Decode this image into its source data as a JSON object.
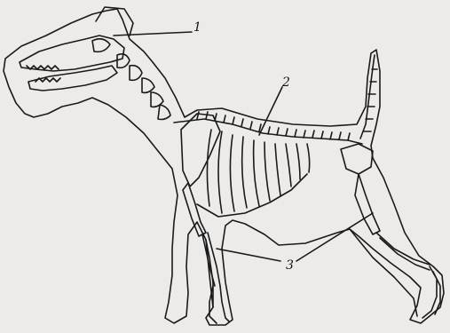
{
  "figure": {
    "subject": "",
    "labels": [
      {
        "id": "1",
        "text": "1"
      },
      {
        "id": "2",
        "text": "2"
      },
      {
        "id": "3",
        "text": "3"
      }
    ]
  },
  "colors": {
    "ink": "#1a1a1a",
    "paper": "#ecebea"
  }
}
